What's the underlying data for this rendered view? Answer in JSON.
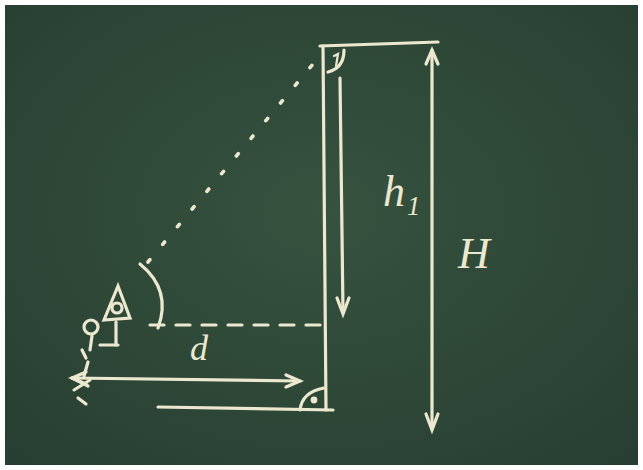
{
  "diagram": {
    "labels": [
      "h₁",
      "H",
      "d"
    ]
  }
}
